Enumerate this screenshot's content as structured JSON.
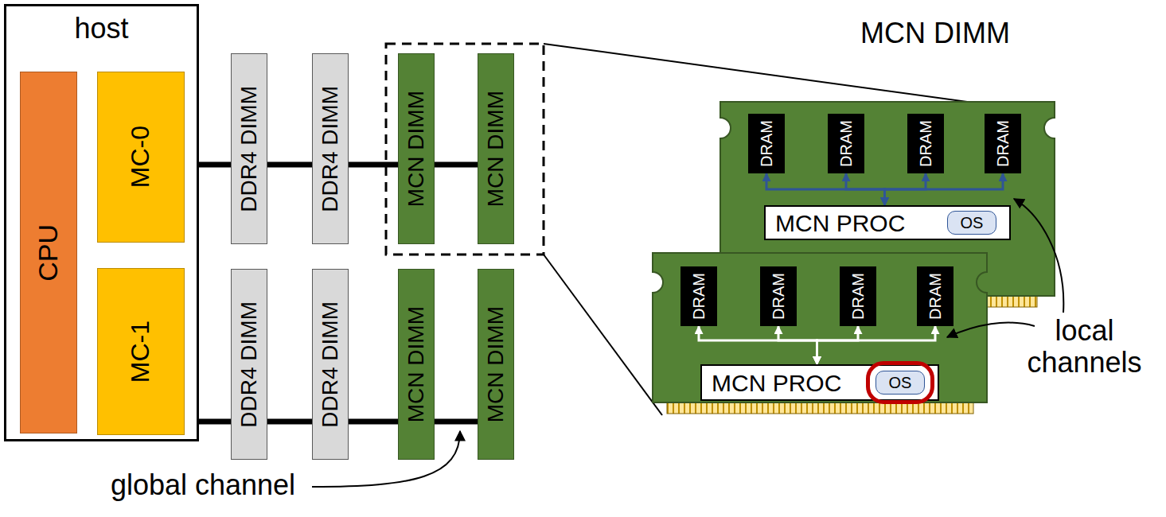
{
  "diagram": {
    "nodes": [
      {
        "text": [
          "host"
        ]
      },
      {
        "text": [
          "CPU"
        ],
        "in": 0
      },
      {
        "text": [
          "MC-0"
        ],
        "in": 0
      },
      {
        "text": [
          "MC-1"
        ],
        "in": 0
      },
      {
        "text": [
          "DDR4 DIMM"
        ]
      },
      {
        "text": [
          "DDR4 DIMM"
        ]
      },
      {
        "text": [
          "MCN DIMM"
        ]
      },
      {
        "text": [
          "MCN DIMM"
        ]
      },
      {
        "text": [
          "DDR4 DIMM"
        ]
      },
      {
        "text": [
          "DDR4 DIMM"
        ]
      },
      {
        "text": [
          "MCN DIMM"
        ]
      },
      {
        "text": [
          "MCN DIMM"
        ]
      },
      {
        "text": [
          "DRAM"
        ]
      },
      {
        "text": [
          "DRAM"
        ]
      },
      {
        "text": [
          "DRAM"
        ]
      },
      {
        "text": [
          "DRAM"
        ]
      },
      {
        "text": [
          "MCN PROC"
        ]
      },
      {
        "text": [
          "OS"
        ],
        "in": 16
      },
      {
        "text": [
          "DRAM"
        ]
      },
      {
        "text": [
          "DRAM"
        ]
      },
      {
        "text": [
          "DRAM"
        ]
      },
      {
        "text": [
          "DRAM"
        ]
      },
      {
        "text": [
          "MCN PROC"
        ]
      },
      {
        "text": [
          "OS"
        ],
        "in": 22
      }
    ],
    "edges": [
      {
        "from": 2,
        "to": 4,
        "arrow": "none"
      },
      {
        "from": 4,
        "to": 5,
        "arrow": "none"
      },
      {
        "from": 5,
        "to": 6,
        "arrow": "none"
      },
      {
        "from": 6,
        "to": 7,
        "arrow": "none"
      },
      {
        "from": 3,
        "to": 8,
        "arrow": "none"
      },
      {
        "from": 8,
        "to": 9,
        "arrow": "none"
      },
      {
        "from": 9,
        "to": 10,
        "arrow": "none"
      },
      {
        "from": 10,
        "to": 11,
        "arrow": "none"
      },
      {
        "from": 16,
        "to": 12,
        "arrow": "both"
      },
      {
        "from": 16,
        "to": 13,
        "arrow": "both"
      },
      {
        "from": 16,
        "to": 14,
        "arrow": "both"
      },
      {
        "from": 16,
        "to": 15,
        "arrow": "both"
      },
      {
        "from": 22,
        "to": 18,
        "arrow": "both"
      },
      {
        "from": 22,
        "to": 19,
        "arrow": "both"
      },
      {
        "from": 22,
        "to": 20,
        "arrow": "both"
      },
      {
        "from": 22,
        "to": 21,
        "arrow": "both"
      }
    ],
    "labels": [
      "MCN DIMM",
      "local channels",
      "global channel"
    ]
  }
}
